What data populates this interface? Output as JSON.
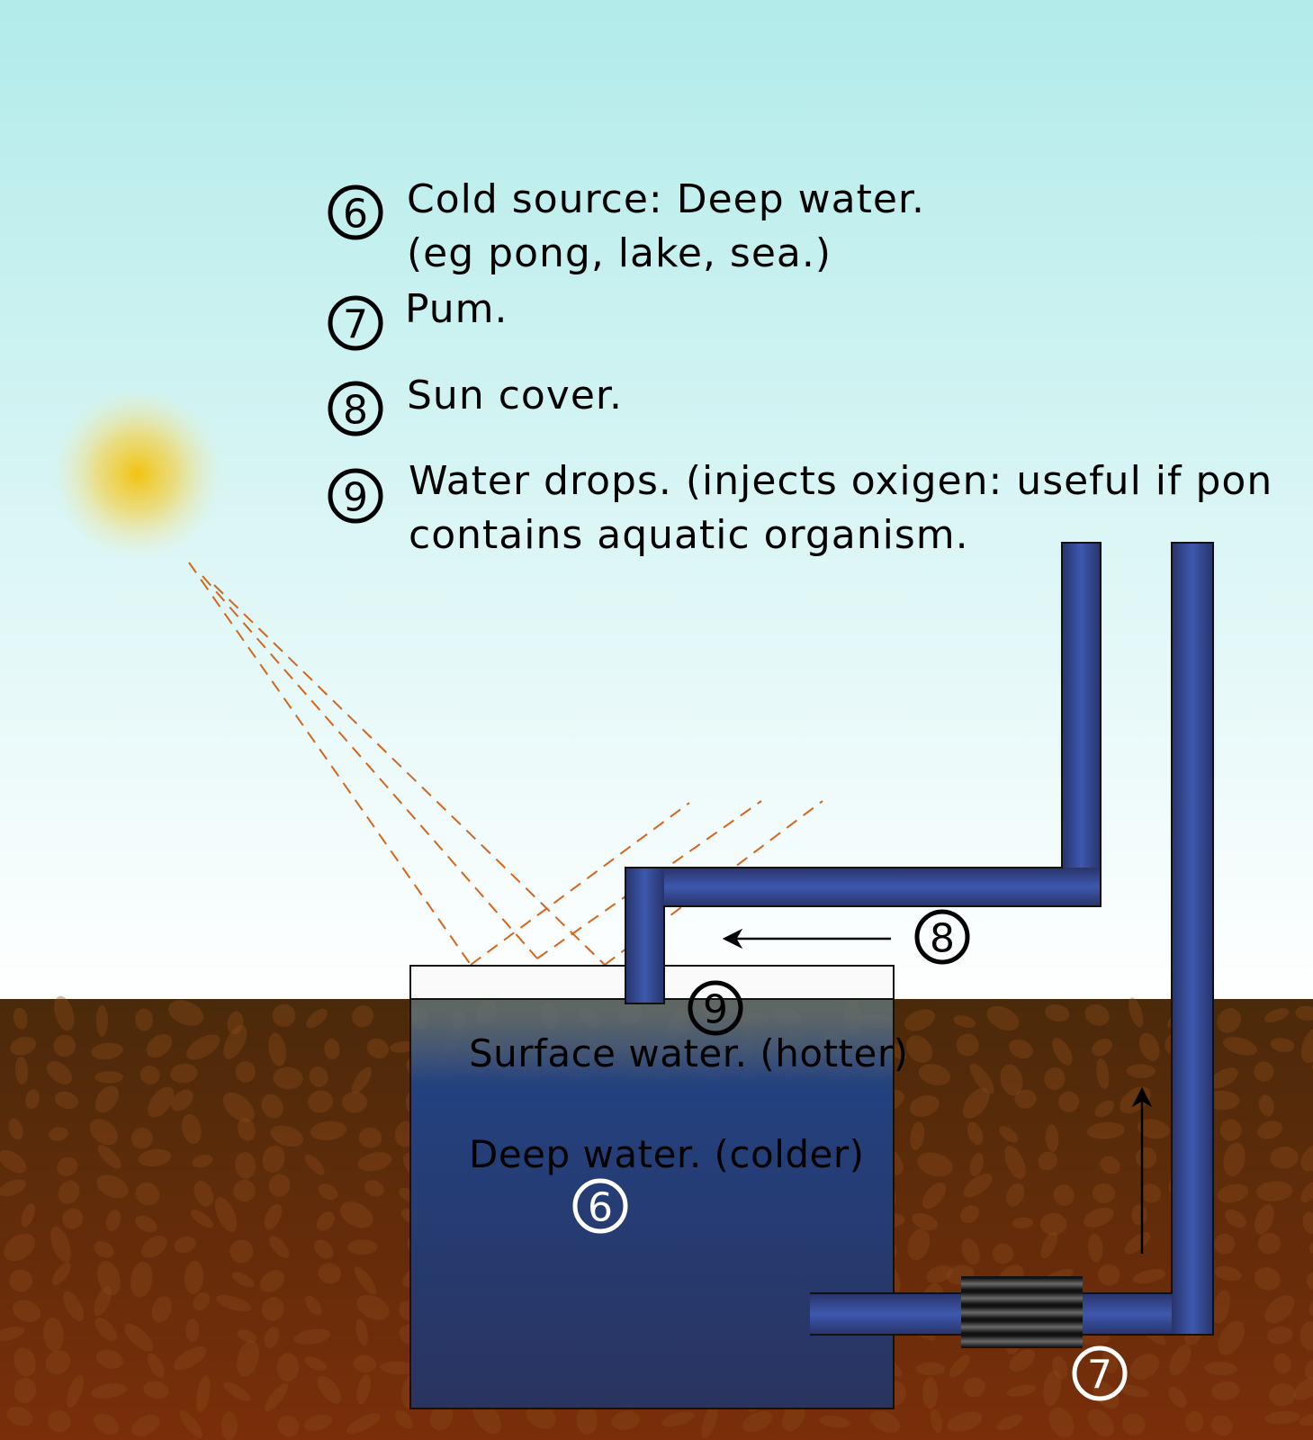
{
  "legend": {
    "item6": {
      "marker": "6",
      "line1": "Cold source: Deep water.",
      "line2": "(eg pong, lake, sea.)"
    },
    "item7": {
      "marker": "7",
      "line1": "Pum."
    },
    "item8": {
      "marker": "8",
      "line1": "Sun cover."
    },
    "item9": {
      "marker": "9",
      "line1": "Water drops. (injects oxigen: useful if pon",
      "line2": "contains aquatic organism."
    }
  },
  "labels": {
    "surface": "Surface water. (hotter)",
    "deep": "Deep water. (colder)"
  },
  "markers": {
    "m6": "6",
    "m7": "7",
    "m8": "8",
    "m9": "9"
  },
  "colors": {
    "sky_top": "#b1ebea",
    "sky_bottom": "#ffffff",
    "ground_top": "#4a2a0a",
    "ground_bottom": "#7a2e0a",
    "pipe": "#3a55a8",
    "pipe_dark": "#28346a",
    "water_deep": "#1f3d80",
    "sun": "#f2c40f",
    "ray": "#d4661c"
  }
}
